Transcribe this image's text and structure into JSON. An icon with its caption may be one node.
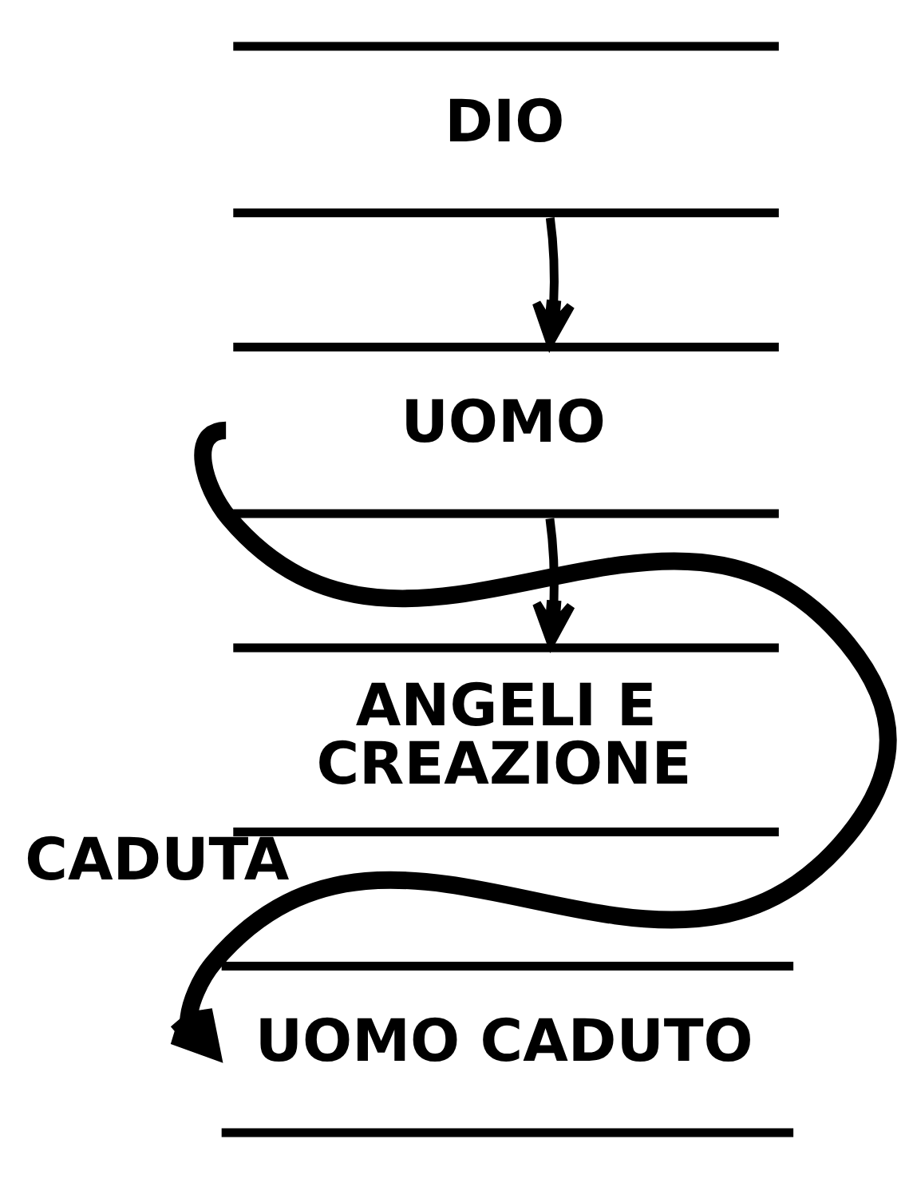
{
  "diagram": {
    "nodes": [
      {
        "text": [
          "DIO"
        ]
      },
      {
        "text": [
          "UOMO"
        ]
      },
      {
        "text": [
          "ANGELI E CREAZIONE"
        ]
      },
      {
        "text": [
          "UOMO CADUTO"
        ]
      }
    ],
    "edges": [
      {
        "from": 0,
        "to": 1,
        "arrow": "to"
      },
      {
        "from": 1,
        "to": 2,
        "arrow": "to"
      },
      {
        "from": 1,
        "to": 3,
        "arrow": "to",
        "label": "CADUTA",
        "style": "thick"
      }
    ]
  }
}
